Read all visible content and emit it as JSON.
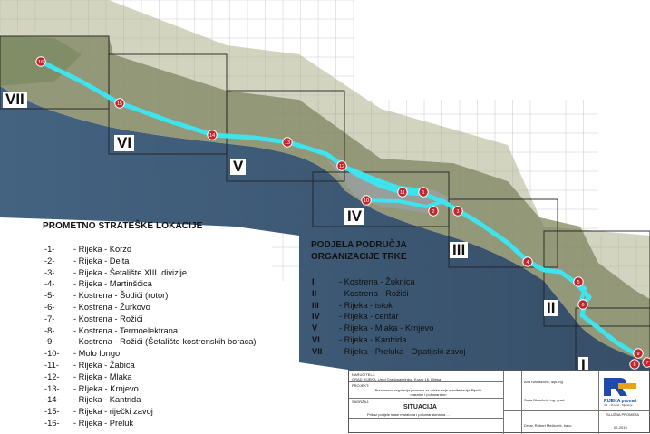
{
  "legend": {
    "title": "PROMETNO STRATEŠKE LOKACIJE",
    "items": [
      {
        "num": "-1-",
        "label": "- Rijeka - Korzo"
      },
      {
        "num": "-2-",
        "label": "- Rijeka - Delta"
      },
      {
        "num": "-3-",
        "label": "- Rijeka - Šetalište XIII. divizije"
      },
      {
        "num": "-4-",
        "label": "- Rijeka - Martinšćica"
      },
      {
        "num": "-5-",
        "label": "- Kostrena - Šodići (rotor)"
      },
      {
        "num": "-6-",
        "label": "- Kostrena - Žurkovo"
      },
      {
        "num": "-7-",
        "label": "- Kostrena - Rožići"
      },
      {
        "num": "-8-",
        "label": "- Kostrena - Termoelektrana"
      },
      {
        "num": "-9-",
        "label": "- Kostrena - Rožići (Šetalište kostrenskih boraca)"
      },
      {
        "num": "-10-",
        "label": "- Molo longo"
      },
      {
        "num": "-11-",
        "label": "- Rijeka - Žabica"
      },
      {
        "num": "-12-",
        "label": "- Rijeka - Mlaka"
      },
      {
        "num": "-13-",
        "label": "- RIjeka - Krnjevo"
      },
      {
        "num": "-14-",
        "label": "- Rijeka - Kantrida"
      },
      {
        "num": "-15-",
        "label": "- Rijeka - riječki zavoj"
      },
      {
        "num": "-16-",
        "label": "- Rijeka - Preluk"
      }
    ]
  },
  "areas": {
    "title_line1": "PODJELA PODRUČJA",
    "title_line2": "ORGANIZACIJE TRKE",
    "items": [
      {
        "num": "I",
        "label": "- Kostrena - Žuknica"
      },
      {
        "num": "II",
        "label": "- Kostrena - Rožići"
      },
      {
        "num": "III",
        "label": "- Rijeka - istok"
      },
      {
        "num": "IV",
        "label": "- Rijeka - centar"
      },
      {
        "num": "V",
        "label": "- Rijeka - Mlaka - Krnjevo"
      },
      {
        "num": "VI",
        "label": "- Rijeka - Kantrida"
      },
      {
        "num": "VII",
        "label": "- Rijeka - Preluka - Opatijski zavoj"
      }
    ]
  },
  "zones": [
    "VII",
    "VI",
    "V",
    "IV",
    "III",
    "II",
    "I"
  ],
  "markers": [
    "16",
    "15",
    "14",
    "13",
    "12",
    "10",
    "11",
    "1",
    "2",
    "3",
    "4",
    "5",
    "6",
    "7",
    "8",
    "9"
  ],
  "colors": {
    "route": "#3fe3ee",
    "marker": "#c0272d",
    "sea": "#2f4a66",
    "land": "#8f9270"
  },
  "titleblock": {
    "investor_label": "NARUČITELJ:",
    "investor": "GRAD RIJEKA, Ured Gradonačelnika, Korzo 16, Rijeka",
    "project_label": "PROJEKT:",
    "project": "Privremena regulacija prometa za održavanje manifestacije Riječki maraton i polumaraton",
    "drawing_label": "SADRŽAJ:",
    "drawing": "SITUACIJA",
    "drawing_sub": "Prikaz podjele trase maratona i polumaratona na ...",
    "designer1": "Ana Ivanišković, dipl.ing.",
    "designer2": "Saša Blaschek, ing. grad.",
    "designer3": "Drvar, Robert Mečković, bacc.",
    "company": "RIJEKA promet",
    "company_sub": "d.d. - Promet - Mjerenje",
    "service": "SLUŽBA PROMETA",
    "code": "02-2019"
  }
}
